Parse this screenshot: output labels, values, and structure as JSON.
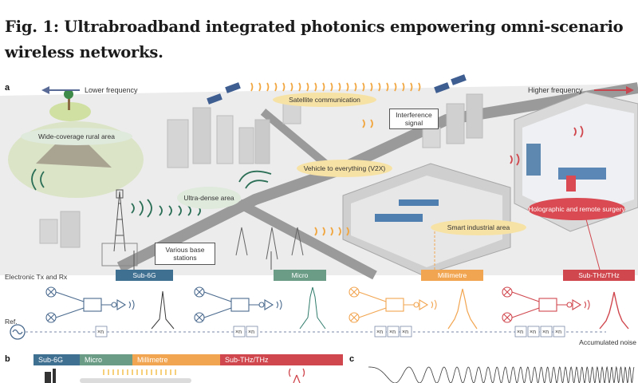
{
  "figure": {
    "title": "Fig. 1: Ultrabroadband integrated photonics empowering omni-scenario wireless networks."
  },
  "panel_a": {
    "letter": "a",
    "lower_frequency": "Lower frequency",
    "higher_frequency": "Higher frequency",
    "scenarios": {
      "rural": "Wide-coverage rural area",
      "satellite": "Satellite communication",
      "interference": "Interference signal",
      "v2x": "Vehicle to everything (V2X)",
      "ultra_dense": "Ultra-dense area",
      "industrial": "Smart industrial area",
      "surgery": "Holographic and remote surgery",
      "base_stations": "Various base stations"
    },
    "colors": {
      "yellow_oval": "#f7e2a6",
      "green_oval": "#dfe9dc",
      "red_oval": "#d94a52",
      "arrow_blue": "#5a6a96",
      "arrow_red": "#c6474f"
    }
  },
  "txrx": {
    "label": "Electronic Tx and Rx",
    "ref": "Ref.",
    "accumulated_noise": "Accumulated noise",
    "multiplier": "×n",
    "bands": [
      {
        "name": "Sub-6G",
        "color": "#3f6f91"
      },
      {
        "name": "Micro",
        "color": "#6a9c86"
      },
      {
        "name": "Millimetre",
        "color": "#f2a550"
      },
      {
        "name": "Sub-THz/THz",
        "color": "#d0474e"
      }
    ]
  },
  "panel_b": {
    "letter": "b",
    "segments": [
      {
        "name": "Sub-6G",
        "color": "#3f6f91"
      },
      {
        "name": "Micro",
        "color": "#6a9c86"
      },
      {
        "name": "Millimetre",
        "color": "#f2a550"
      },
      {
        "name": "Sub-THz/THz",
        "color": "#d0474e"
      }
    ]
  },
  "panel_c": {
    "letter": "c"
  }
}
